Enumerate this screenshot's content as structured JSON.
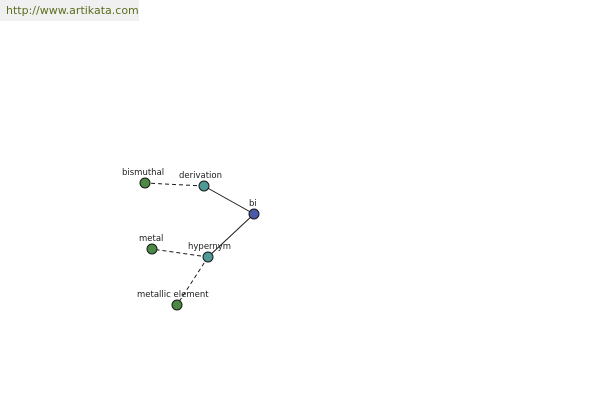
{
  "header": {
    "url": "http://www.artikata.com"
  },
  "colors": {
    "root": "#4a5aa8",
    "relation": "#4f9a96",
    "term": "#4a8a44",
    "url_text": "#5a6e1f"
  },
  "graph": {
    "nodes": [
      {
        "id": "bi",
        "label": "bi",
        "kind": "root"
      },
      {
        "id": "derivation",
        "label": "derivation",
        "kind": "relation"
      },
      {
        "id": "hypernym",
        "label": "hypernym",
        "kind": "relation"
      },
      {
        "id": "bismuthal",
        "label": "bismuthal",
        "kind": "term"
      },
      {
        "id": "metal",
        "label": "metal",
        "kind": "term"
      },
      {
        "id": "metallic-element",
        "label": "metallic element",
        "kind": "term"
      }
    ],
    "edges": [
      {
        "from": "bi",
        "to": "derivation",
        "style": "solid"
      },
      {
        "from": "bi",
        "to": "hypernym",
        "style": "solid"
      },
      {
        "from": "derivation",
        "to": "bismuthal",
        "style": "dashed"
      },
      {
        "from": "hypernym",
        "to": "metal",
        "style": "dashed"
      },
      {
        "from": "hypernym",
        "to": "metallic-element",
        "style": "dashed"
      }
    ]
  }
}
